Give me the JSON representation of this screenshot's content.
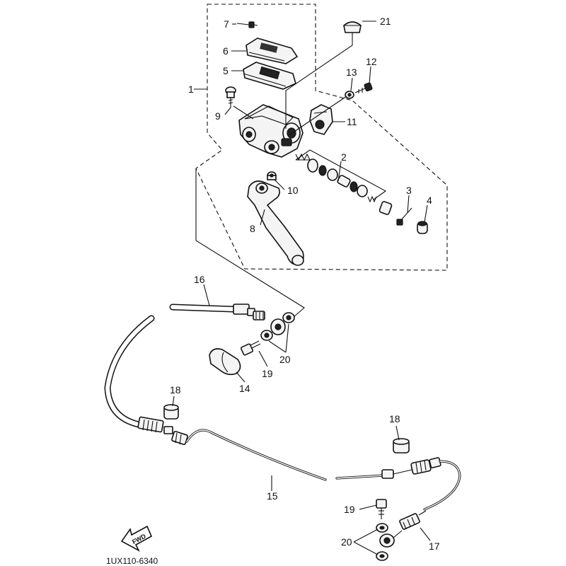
{
  "diagram": {
    "code": "1UX110-6340",
    "fwd_label": "FWD",
    "callouts": {
      "c1": "1",
      "c2": "2",
      "c3": "3",
      "c4": "4",
      "c5": "5",
      "c6": "6",
      "c7": "7",
      "c8": "8",
      "c9": "9",
      "c10": "10",
      "c11": "11",
      "c12": "12",
      "c13": "13",
      "c14": "14",
      "c15": "15",
      "c16": "16",
      "c17": "17",
      "c18a": "18",
      "c18b": "18",
      "c19a": "19",
      "c19b": "19",
      "c20a": "20",
      "c20b": "20",
      "c21": "21"
    }
  }
}
